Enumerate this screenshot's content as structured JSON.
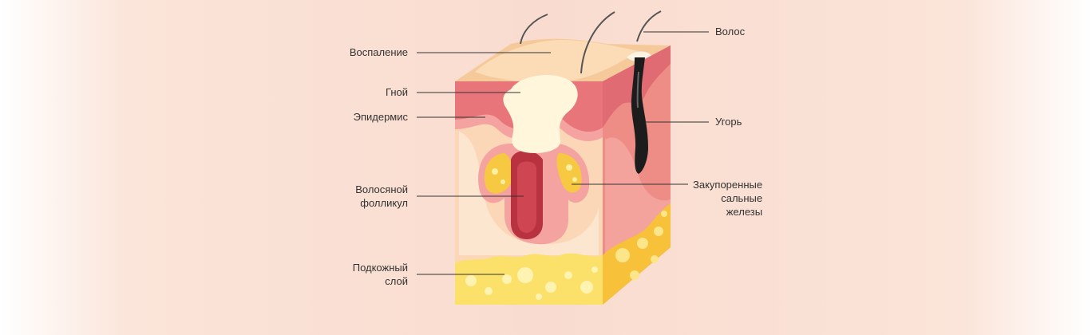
{
  "labels": {
    "inflammation": "Воспаление",
    "pus": "Гной",
    "epidermis": "Эпидермис",
    "follicle_1": "Волосяной",
    "follicle_2": "фолликул",
    "subcutaneous_1": "Подкожный",
    "subcutaneous_2": "слой",
    "hair": "Волос",
    "blackhead": "Угорь",
    "glands_1": "Закупоренные",
    "glands_2": "сальные",
    "glands_3": "железы"
  },
  "colors": {
    "skin_top": "#f6c99b",
    "epidermis": "#e8757a",
    "dermis": "#fbd7b8",
    "side_face": "#ee8c86",
    "fat": "#fbe06a",
    "pus": "#fff6dc",
    "follicle": "#b8323f",
    "blackhead": "#1c1c1c",
    "leader": "#333333"
  }
}
